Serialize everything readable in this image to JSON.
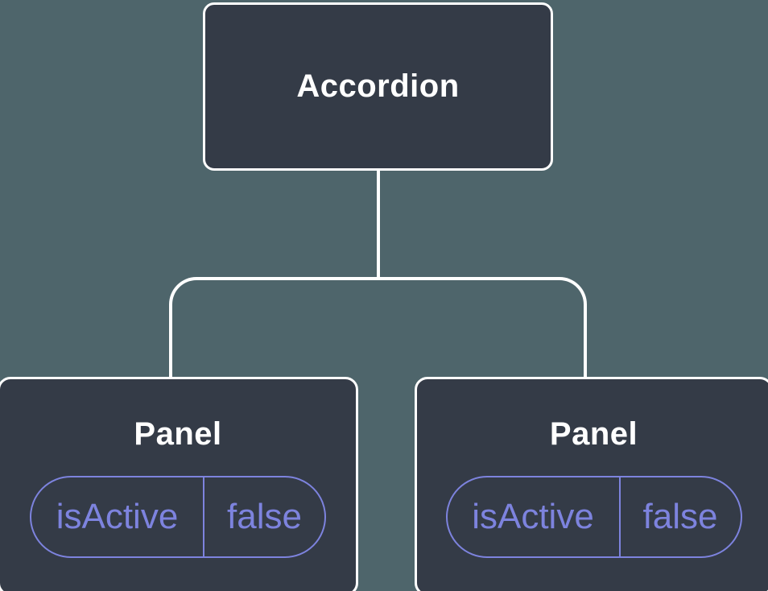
{
  "diagram": {
    "type": "component-tree",
    "root": {
      "label": "Accordion"
    },
    "children": [
      {
        "label": "Panel",
        "state": {
          "key": "isActive",
          "value": "false"
        }
      },
      {
        "label": "Panel",
        "state": {
          "key": "isActive",
          "value": "false"
        }
      }
    ]
  },
  "colors": {
    "background": "#4e656b",
    "node_fill": "#343b47",
    "node_border": "#ffffff",
    "connector": "#ffffff",
    "accent": "#7d83de",
    "title_color": "#ffffff"
  }
}
